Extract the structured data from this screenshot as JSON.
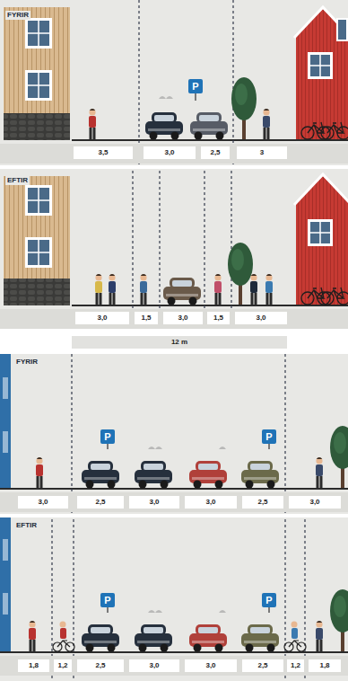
{
  "diagram": {
    "nodes": [
      {
        "text": [
          "P"
        ]
      },
      {
        "text": [
          "3,5"
        ]
      },
      {
        "text": [
          "3,0"
        ]
      },
      {
        "text": [
          "2,5"
        ]
      },
      {
        "text": [
          "3"
        ]
      },
      {
        "text": [
          "3,0"
        ]
      },
      {
        "text": [
          "1,5"
        ]
      },
      {
        "text": [
          "3,0"
        ]
      },
      {
        "text": [
          "1,5"
        ]
      },
      {
        "text": [
          "3,0"
        ]
      },
      {
        "text": [
          "12 m"
        ]
      },
      {
        "text": [
          "P"
        ]
      },
      {
        "text": [
          "P"
        ]
      },
      {
        "text": [
          "3,0"
        ]
      },
      {
        "text": [
          "2,5"
        ]
      },
      {
        "text": [
          "3,0"
        ]
      },
      {
        "text": [
          "3,0"
        ]
      },
      {
        "text": [
          "2,5"
        ]
      },
      {
        "text": [
          "3,0"
        ]
      },
      {
        "text": [
          "P"
        ]
      },
      {
        "text": [
          "P"
        ]
      },
      {
        "text": [
          "1,8"
        ]
      },
      {
        "text": [
          "1,2"
        ]
      },
      {
        "text": [
          "2,5"
        ]
      },
      {
        "text": [
          "3,0"
        ]
      },
      {
        "text": [
          "3,0"
        ]
      },
      {
        "text": [
          "2,5"
        ]
      },
      {
        "text": [
          "1,2"
        ]
      },
      {
        "text": [
          "1,8"
        ]
      }
    ],
    "labels": [
      "FYRIR",
      "EFTIR",
      "FYRIR",
      "EFTIR"
    ]
  }
}
